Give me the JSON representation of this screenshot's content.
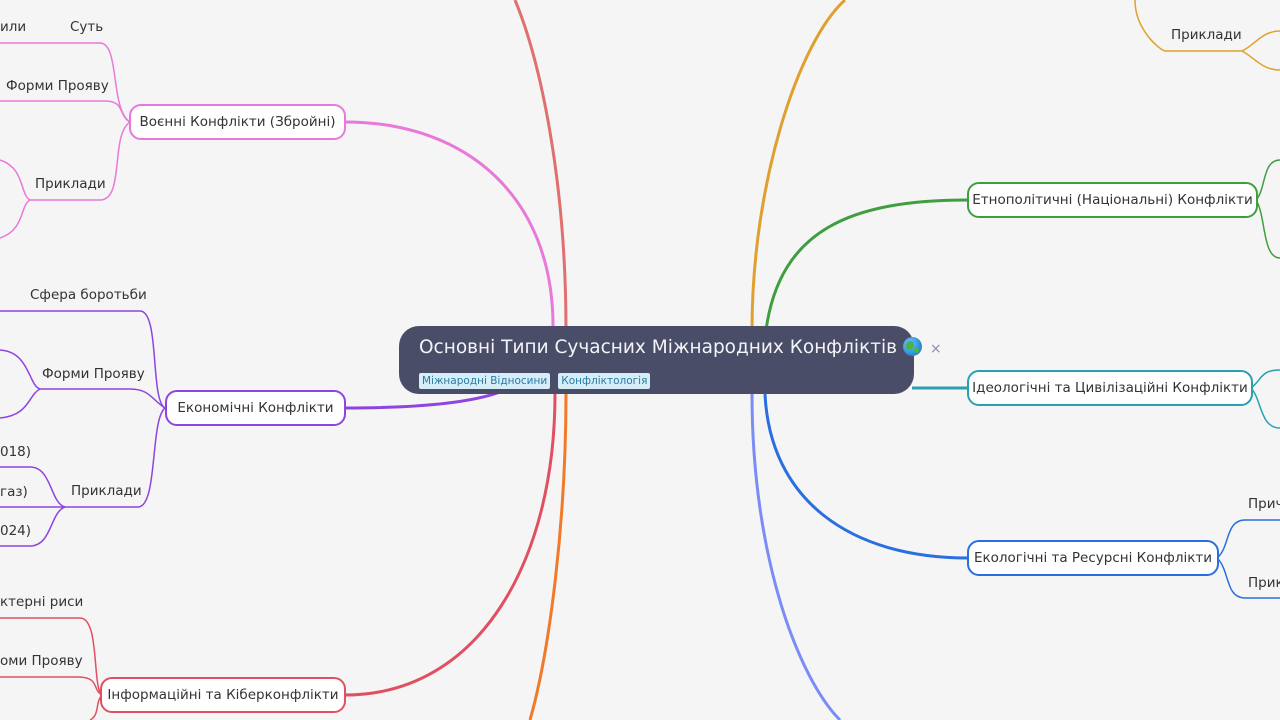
{
  "root": {
    "title": "Основні Типи Сучасних Міжнародних Конфліктів",
    "emoji_icon": "globe-icon",
    "close_symbol": "×",
    "tags": [
      "Міжнародні Відносини",
      "Конфліктологія"
    ]
  },
  "branches": [
    {
      "key": "military",
      "label": "Воєнні Конфлікти (Збройні)",
      "color": "#e879d9",
      "children": [
        "или",
        "Суть",
        "Форми Прояву",
        "Приклади"
      ]
    },
    {
      "key": "economic",
      "label": "Економічні Конфлікти",
      "color": "#8e44e0",
      "children": [
        "Сфера боротьби",
        "Форми Прояву",
        "Приклади",
        "018)",
        "газ)",
        "024)"
      ]
    },
    {
      "key": "information",
      "label": "Інформаційні та Кіберконфлікти",
      "color": "#e05060",
      "children": [
        "ктерні риси",
        "оми Прояву"
      ]
    },
    {
      "key": "ethnopolitical",
      "label": "Етнополітичні (Національні) Конфлікти",
      "color": "#3f9e3f"
    },
    {
      "key": "ideological",
      "label": "Ідеологічні та Цивілізаційні Конфлікти",
      "color": "#2aa0b0"
    },
    {
      "key": "ecological",
      "label": "Екологічні та Ресурсні Конфлікти",
      "color": "#2a6fe0",
      "children": [
        "Прич",
        "Прик"
      ]
    },
    {
      "key": "top-right",
      "color": "#e0a030",
      "children": [
        "Приклади"
      ]
    }
  ],
  "colors": {
    "background": "#f5f5f5",
    "root_fill": "#4a4d68",
    "tag_fill": "#d5eef8"
  }
}
